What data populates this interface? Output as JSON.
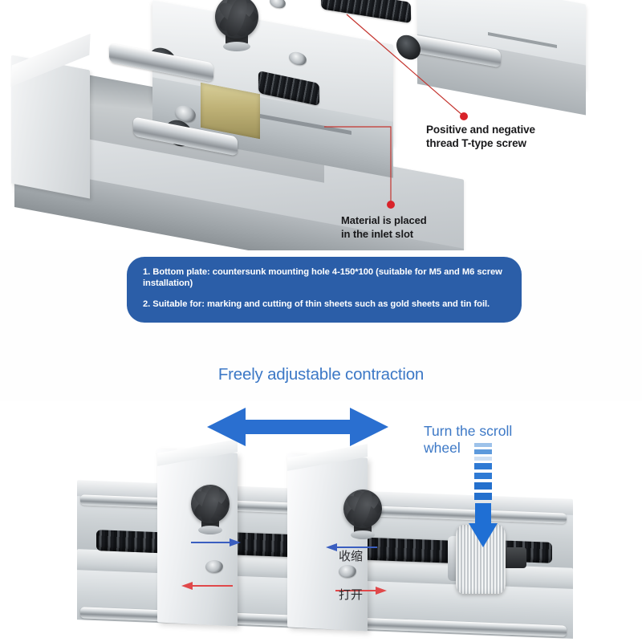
{
  "top_section": {
    "photo_alt": "aluminium sliding vise with black star knob and T-type lead screw",
    "callouts": [
      {
        "id": "t-screw",
        "text": "Positive and negative\nthread T-type screw",
        "marker_color": "#d8232a",
        "line_color": "#c4352f"
      },
      {
        "id": "inlet-slot",
        "text": "Material is placed\nin the inlet slot",
        "marker_color": "#d8232a",
        "line_color": "#c4352f"
      }
    ]
  },
  "info_box": {
    "background_color": "#2b5ea8",
    "text_color": "#ffffff",
    "lines": [
      "1. Bottom plate: countersunk mounting hole 4-150*100 (suitable for M5 and M6 screw installation)",
      "2. Suitable for: marking and cutting of thin sheets such as gold sheets and tin foil."
    ]
  },
  "bottom_section": {
    "heading": "Freely adjustable contraction",
    "heading_color": "#3c78c6",
    "double_arrow": {
      "direction": "horizontal-both",
      "color": "#2a6fd0"
    },
    "scroll_callout": {
      "text": "Turn the scroll\nwheel",
      "color": "#3c78c6",
      "arrow_direction": "down",
      "arrow_color": "#1f6fd4"
    },
    "motion_labels": [
      {
        "id": "shrink",
        "text": "收缩",
        "arrow_color": "#3a5ec0",
        "arrow_direction": "inward"
      },
      {
        "id": "open",
        "text": "打开",
        "arrow_color": "#e0484a",
        "arrow_direction": "outward"
      }
    ]
  }
}
